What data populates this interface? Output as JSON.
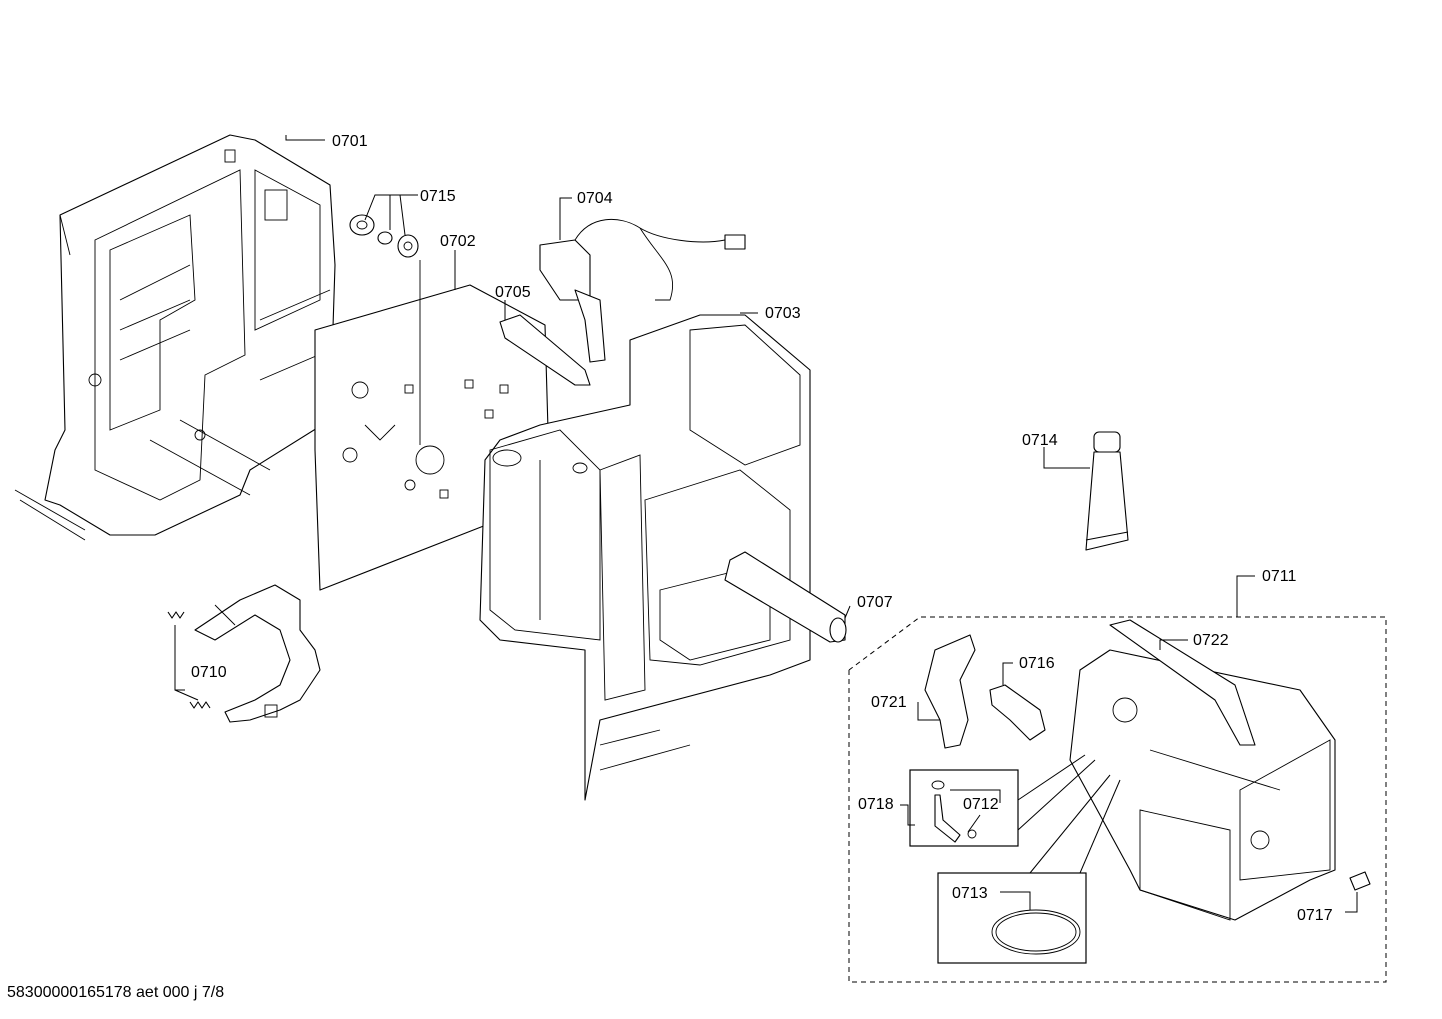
{
  "labels": {
    "p0701": "0701",
    "p0702": "0702",
    "p0703": "0703",
    "p0704": "0704",
    "p0705": "0705",
    "p0707": "0707",
    "p0710": "0710",
    "p0711": "0711",
    "p0712": "0712",
    "p0713": "0713",
    "p0714": "0714",
    "p0715": "0715",
    "p0716": "0716",
    "p0717": "0717",
    "p0718": "0718",
    "p0721": "0721",
    "p0722": "0722"
  },
  "footer": "58300000165178 aet 000 j 7/8"
}
